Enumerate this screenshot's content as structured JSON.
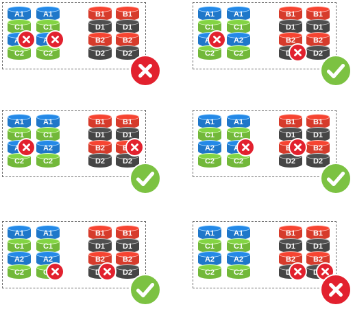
{
  "colors": {
    "A": "#1f77c9",
    "C": "#72b83a",
    "B": "#d63b2b",
    "D": "#454545",
    "fail": "#e2212e",
    "ok": "#7cc242",
    "border": "#6b6b6b"
  },
  "panels": [
    {
      "result": "fail",
      "groups": [
        {
          "stacks": [
            [
              "A1",
              "C1",
              "A2",
              "C2"
            ],
            [
              "A1",
              "C1",
              "A2",
              "C2"
            ]
          ]
        },
        {
          "stacks": [
            [
              "B1",
              "D1",
              "B2",
              "D2"
            ],
            [
              "B1",
              "D1",
              "B2",
              "D2"
            ]
          ]
        }
      ],
      "failed_disks": [
        "0-0-2",
        "0-1-2"
      ]
    },
    {
      "result": "ok",
      "groups": [
        {
          "stacks": [
            [
              "A1",
              "C1",
              "A2",
              "C2"
            ],
            [
              "A1",
              "C1",
              "A2",
              "C2"
            ]
          ]
        },
        {
          "stacks": [
            [
              "B1",
              "D1",
              "B2",
              "D2"
            ],
            [
              "B1",
              "D1",
              "B2",
              "D2"
            ]
          ]
        }
      ],
      "failed_disks": [
        "0-0-2",
        "1-0-3"
      ]
    },
    {
      "result": "ok",
      "groups": [
        {
          "stacks": [
            [
              "A1",
              "C1",
              "A2",
              "C2"
            ],
            [
              "A1",
              "C1",
              "A2",
              "C2"
            ]
          ]
        },
        {
          "stacks": [
            [
              "B1",
              "D1",
              "B2",
              "D2"
            ],
            [
              "B1",
              "D1",
              "B2",
              "D2"
            ]
          ]
        }
      ],
      "failed_disks": [
        "0-0-2",
        "1-1-2"
      ]
    },
    {
      "result": "ok",
      "groups": [
        {
          "stacks": [
            [
              "A1",
              "C1",
              "A2",
              "C2"
            ],
            [
              "A1",
              "C1",
              "A2",
              "C2"
            ]
          ]
        },
        {
          "stacks": [
            [
              "B1",
              "D1",
              "B2",
              "D2"
            ],
            [
              "B1",
              "D1",
              "B2",
              "D2"
            ]
          ]
        }
      ],
      "failed_disks": [
        "0-1-2",
        "1-0-2"
      ]
    },
    {
      "result": "ok",
      "groups": [
        {
          "stacks": [
            [
              "A1",
              "C1",
              "A2",
              "C2"
            ],
            [
              "A1",
              "C1",
              "A2",
              "C2"
            ]
          ]
        },
        {
          "stacks": [
            [
              "B1",
              "D1",
              "B2",
              "D2"
            ],
            [
              "B1",
              "D1",
              "B2",
              "D2"
            ]
          ]
        }
      ],
      "failed_disks": [
        "0-1-3",
        "1-0-3"
      ]
    },
    {
      "result": "fail",
      "groups": [
        {
          "stacks": [
            [
              "A1",
              "C1",
              "A2",
              "C2"
            ],
            [
              "A1",
              "C1",
              "A2",
              "C2"
            ]
          ]
        },
        {
          "stacks": [
            [
              "B1",
              "D1",
              "B2",
              "D2"
            ],
            [
              "B1",
              "D1",
              "B2",
              "D2"
            ]
          ]
        }
      ],
      "failed_disks": [
        "1-0-3",
        "1-1-3"
      ]
    }
  ]
}
